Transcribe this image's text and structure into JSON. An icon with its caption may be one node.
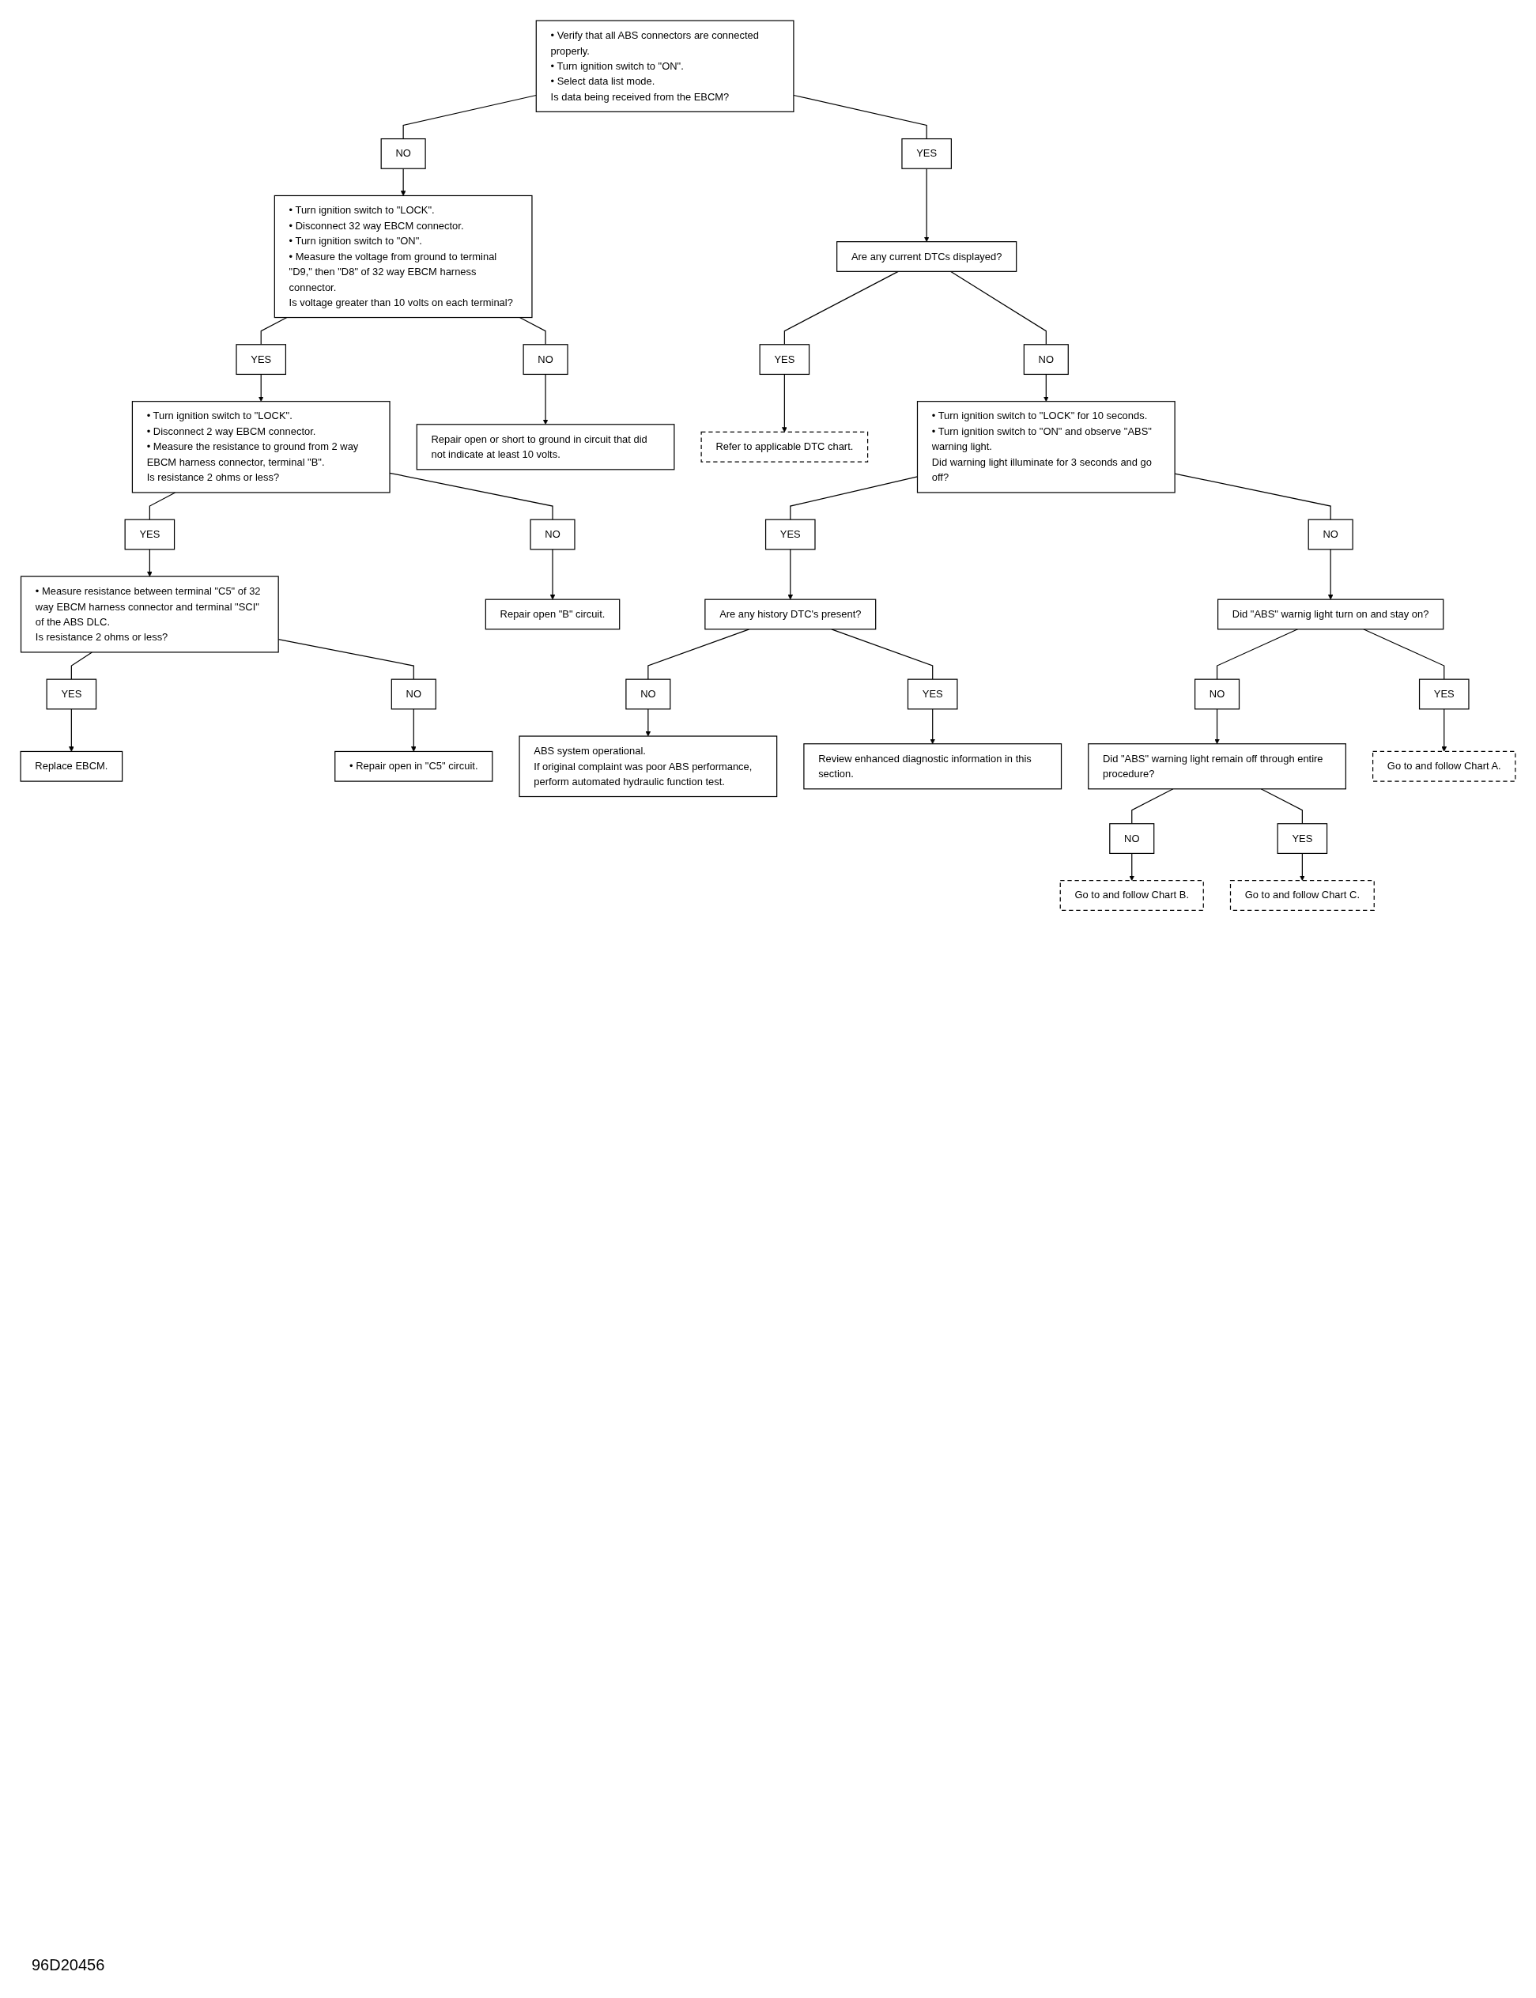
{
  "diagram": {
    "nodes": [
      {
        "text": [
          "• Verify that all ABS connectors are connected properly.",
          "• Turn ignition switch to \"ON\".",
          "• Select data list mode.",
          "Is data being received from the EBCM?"
        ]
      },
      {
        "text": [
          "NO"
        ]
      },
      {
        "text": [
          "YES"
        ]
      },
      {
        "text": [
          "• Turn ignition switch to \"LOCK\".",
          "• Disconnect 32 way EBCM connector.",
          "• Turn ignition switch to \"ON\".",
          "• Measure the voltage from ground to terminal \"D9,\" then \"D8\" of 32 way EBCM harness connector.",
          "Is voltage greater than 10 volts on each terminal?"
        ]
      },
      {
        "text": [
          "Are any current DTCs displayed?"
        ]
      },
      {
        "text": [
          "YES"
        ]
      },
      {
        "text": [
          "NO"
        ]
      },
      {
        "text": [
          "Refer to applicable DTC chart."
        ]
      },
      {
        "text": [
          "• Turn ignition switch to \"LOCK\" for 10 seconds.",
          "• Turn ignition switch to \"ON\" and observe \"ABS\" warning light.",
          "Did warning light illuminate for 3 seconds and go off?"
        ]
      },
      {
        "text": [
          "YES"
        ]
      },
      {
        "text": [
          "NO"
        ]
      },
      {
        "text": [
          "• Turn ignition switch to \"LOCK\".",
          "• Disconnect 2 way EBCM connector.",
          "• Measure the resistance to ground from 2 way EBCM harness connector, terminal \"B\".",
          "Is resistance 2 ohms or less?"
        ]
      },
      {
        "text": [
          "Repair open or short to ground in circuit that did not indicate at least 10 volts."
        ]
      },
      {
        "text": [
          "YES"
        ]
      },
      {
        "text": [
          "NO"
        ]
      },
      {
        "text": [
          "YES"
        ]
      },
      {
        "text": [
          "NO"
        ]
      },
      {
        "text": [
          "• Measure resistance between terminal \"C5\" of 32 way EBCM harness connector and terminal \"SCI\" of the ABS DLC.",
          "Is resistance 2 ohms or less?"
        ]
      },
      {
        "text": [
          "Repair open \"B\" circuit."
        ]
      },
      {
        "text": [
          "Are any history DTC's present?"
        ]
      },
      {
        "text": [
          "Did \"ABS\" warnig light turn on and stay on?"
        ]
      },
      {
        "text": [
          "YES"
        ]
      },
      {
        "text": [
          "NO"
        ]
      },
      {
        "text": [
          "NO"
        ]
      },
      {
        "text": [
          "YES"
        ]
      },
      {
        "text": [
          "NO"
        ]
      },
      {
        "text": [
          "YES"
        ]
      },
      {
        "text": [
          "Replace EBCM."
        ]
      },
      {
        "text": [
          "• Repair open in \"C5\" circuit."
        ]
      },
      {
        "text": [
          "ABS system operational.",
          "If original complaint was poor ABS performance, perform automated hydraulic function test."
        ]
      },
      {
        "text": [
          "Review enhanced diagnostic information in this section."
        ]
      },
      {
        "text": [
          "Did \"ABS\" warning light remain off through entire procedure?"
        ]
      },
      {
        "text": [
          "Go to and follow Chart A."
        ]
      },
      {
        "text": [
          "NO"
        ]
      },
      {
        "text": [
          "YES"
        ]
      },
      {
        "text": [
          "Go to and follow Chart B."
        ]
      },
      {
        "text": [
          "Go to and follow Chart C."
        ]
      }
    ],
    "edges": [
      {
        "from": 0,
        "to": 1,
        "arrow": "none"
      },
      {
        "from": 0,
        "to": 2,
        "arrow": "none"
      },
      {
        "from": 1,
        "to": 3,
        "arrow": "to"
      },
      {
        "from": 2,
        "to": 4,
        "arrow": "to"
      },
      {
        "from": 4,
        "to": 5,
        "arrow": "none"
      },
      {
        "from": 4,
        "to": 6,
        "arrow": "none"
      },
      {
        "from": 5,
        "to": 7,
        "arrow": "to"
      },
      {
        "from": 6,
        "to": 8,
        "arrow": "to"
      },
      {
        "from": 3,
        "to": 9,
        "arrow": "none"
      },
      {
        "from": 3,
        "to": 10,
        "arrow": "none"
      },
      {
        "from": 9,
        "to": 11,
        "arrow": "to"
      },
      {
        "from": 10,
        "to": 12,
        "arrow": "to"
      },
      {
        "from": 11,
        "to": 13,
        "arrow": "none"
      },
      {
        "from": 11,
        "to": 14,
        "arrow": "none"
      },
      {
        "from": 13,
        "to": 17,
        "arrow": "to"
      },
      {
        "from": 14,
        "to": 18,
        "arrow": "to"
      },
      {
        "from": 8,
        "to": 15,
        "arrow": "none"
      },
      {
        "from": 8,
        "to": 16,
        "arrow": "none"
      },
      {
        "from": 15,
        "to": 19,
        "arrow": "to"
      },
      {
        "from": 16,
        "to": 20,
        "arrow": "to"
      },
      {
        "from": 17,
        "to": 21,
        "arrow": "none"
      },
      {
        "from": 17,
        "to": 22,
        "arrow": "none"
      },
      {
        "from": 21,
        "to": 27,
        "arrow": "to"
      },
      {
        "from": 22,
        "to": 28,
        "arrow": "to"
      },
      {
        "from": 19,
        "to": 23,
        "arrow": "none"
      },
      {
        "from": 19,
        "to": 24,
        "arrow": "none"
      },
      {
        "from": 23,
        "to": 29,
        "arrow": "to"
      },
      {
        "from": 24,
        "to": 30,
        "arrow": "to"
      },
      {
        "from": 20,
        "to": 25,
        "arrow": "none"
      },
      {
        "from": 20,
        "to": 26,
        "arrow": "none"
      },
      {
        "from": 25,
        "to": 31,
        "arrow": "to"
      },
      {
        "from": 26,
        "to": 32,
        "arrow": "to"
      },
      {
        "from": 31,
        "to": 33,
        "arrow": "none"
      },
      {
        "from": 31,
        "to": 34,
        "arrow": "none"
      },
      {
        "from": 33,
        "to": 35,
        "arrow": "to"
      },
      {
        "from": 34,
        "to": 36,
        "arrow": "to"
      }
    ],
    "labels": [
      "96D20456"
    ]
  }
}
